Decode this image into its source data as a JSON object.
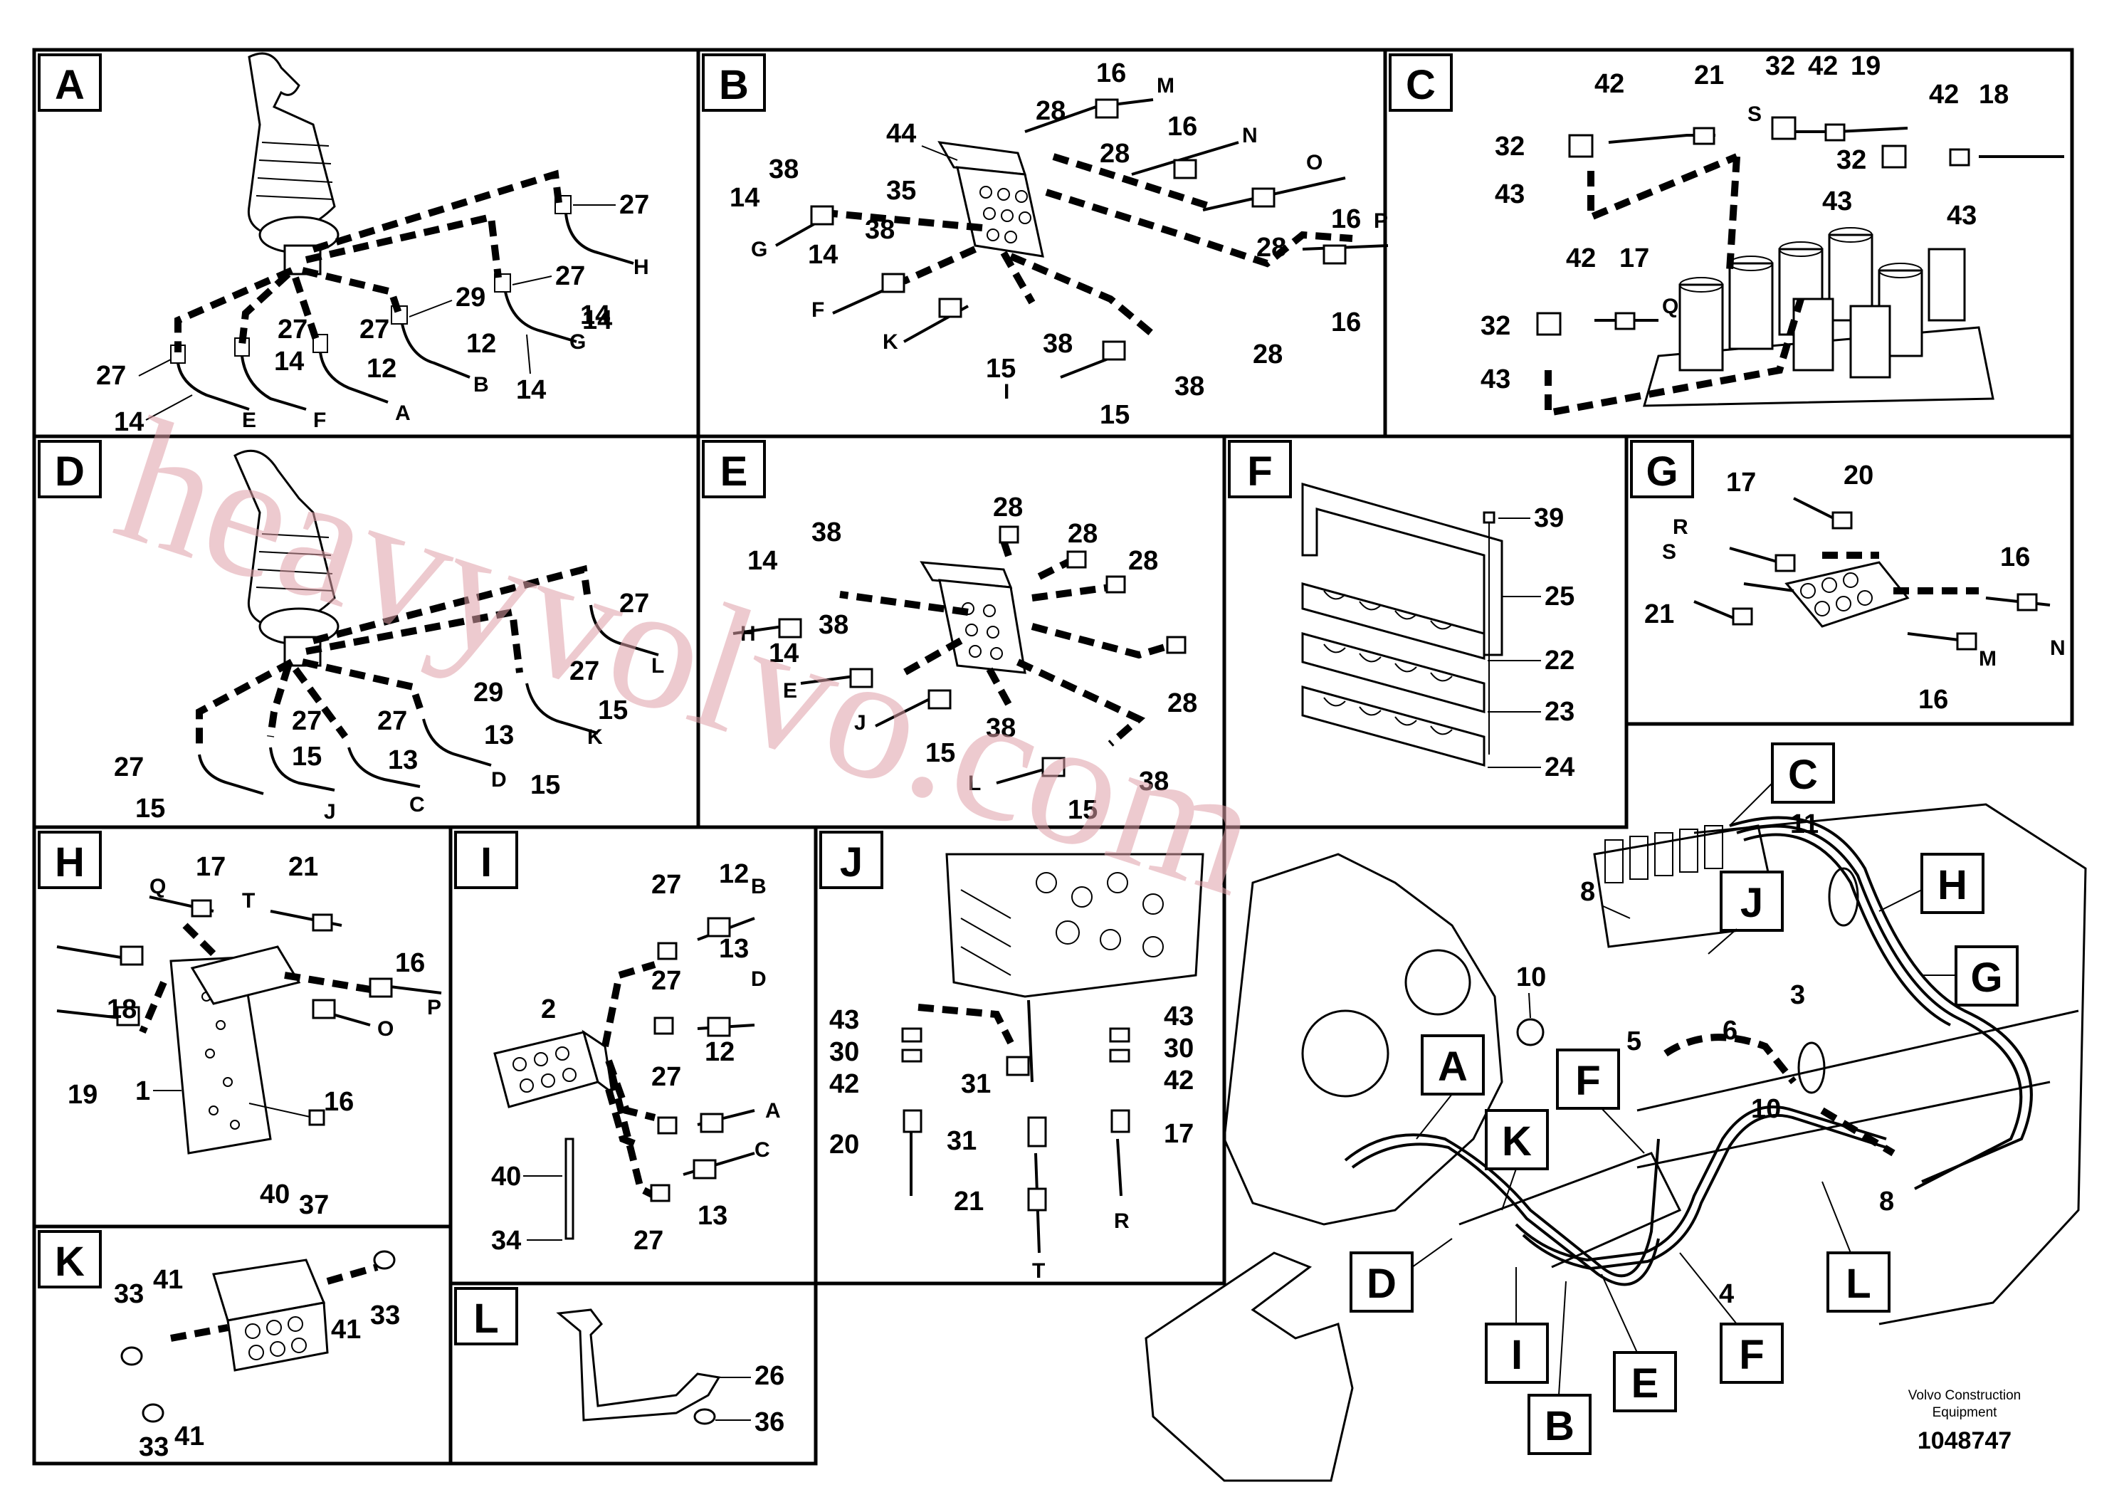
{
  "panels": {
    "A": {
      "tag": "A",
      "callouts": [
        "27",
        "27",
        "27",
        "27",
        "27",
        "29",
        "12",
        "12",
        "14",
        "14",
        "14",
        "14",
        "14"
      ],
      "letters": [
        "E",
        "F",
        "A",
        "B",
        "G",
        "H"
      ]
    },
    "B": {
      "tag": "B",
      "callouts": [
        "16",
        "28",
        "44",
        "28",
        "16",
        "38",
        "35",
        "14",
        "38",
        "14",
        "16",
        "28",
        "16",
        "38",
        "15",
        "38",
        "15",
        "28"
      ],
      "letters": [
        "M",
        "N",
        "O",
        "P",
        "G",
        "F",
        "K",
        "I"
      ]
    },
    "C": {
      "tag": "C",
      "callouts": [
        "42",
        "21",
        "32",
        "42",
        "19",
        "42",
        "18",
        "32",
        "43",
        "32",
        "43",
        "43",
        "42",
        "17",
        "32",
        "43"
      ],
      "letters": [
        "S",
        "Q"
      ]
    },
    "D": {
      "tag": "D",
      "callouts": [
        "27",
        "27",
        "27",
        "27",
        "27",
        "29",
        "13",
        "13",
        "15",
        "15",
        "15",
        "15"
      ],
      "letters": [
        "J",
        "C",
        "D",
        "K",
        "L"
      ]
    },
    "E": {
      "tag": "E",
      "callouts": [
        "28",
        "28",
        "28",
        "38",
        "14",
        "38",
        "14",
        "28",
        "38",
        "15",
        "38",
        "15"
      ],
      "letters": [
        "H",
        "E",
        "J",
        "L"
      ]
    },
    "F": {
      "tag": "F",
      "callouts": [
        "39",
        "25",
        "22",
        "23",
        "24"
      ]
    },
    "G": {
      "tag": "G",
      "callouts": [
        "17",
        "20",
        "16",
        "21",
        "16"
      ],
      "letters": [
        "R",
        "S",
        "N",
        "M"
      ]
    },
    "H": {
      "tag": "H",
      "callouts": [
        "17",
        "21",
        "16",
        "18",
        "1",
        "19",
        "16",
        "40",
        "37"
      ],
      "letters": [
        "Q",
        "T",
        "P",
        "O"
      ]
    },
    "I": {
      "tag": "I",
      "callouts": [
        "27",
        "12",
        "13",
        "2",
        "27",
        "12",
        "27",
        "40",
        "27",
        "13",
        "34"
      ],
      "letters": [
        "B",
        "D",
        "A",
        "C"
      ]
    },
    "J": {
      "tag": "J",
      "callouts": [
        "43",
        "30",
        "42",
        "31",
        "20",
        "31",
        "21",
        "43",
        "30",
        "42",
        "17"
      ],
      "letters": [
        "R",
        "T"
      ]
    },
    "K": {
      "tag": "K",
      "callouts": [
        "33",
        "41",
        "41",
        "33",
        "33",
        "41"
      ]
    },
    "L": {
      "tag": "L",
      "callouts": [
        "26",
        "36"
      ]
    },
    "overview": {
      "callouts": [
        "11",
        "8",
        "10",
        "5",
        "3",
        "6",
        "10",
        "8",
        "4"
      ],
      "tags": [
        "C",
        "H",
        "J",
        "G",
        "A",
        "F",
        "K",
        "D",
        "I",
        "E",
        "B",
        "F",
        "L"
      ]
    }
  },
  "watermark": "heavyvolvo.com",
  "footer": {
    "company_line1": "Volvo Construction",
    "company_line2": "Equipment",
    "drawing_number": "1048747"
  }
}
